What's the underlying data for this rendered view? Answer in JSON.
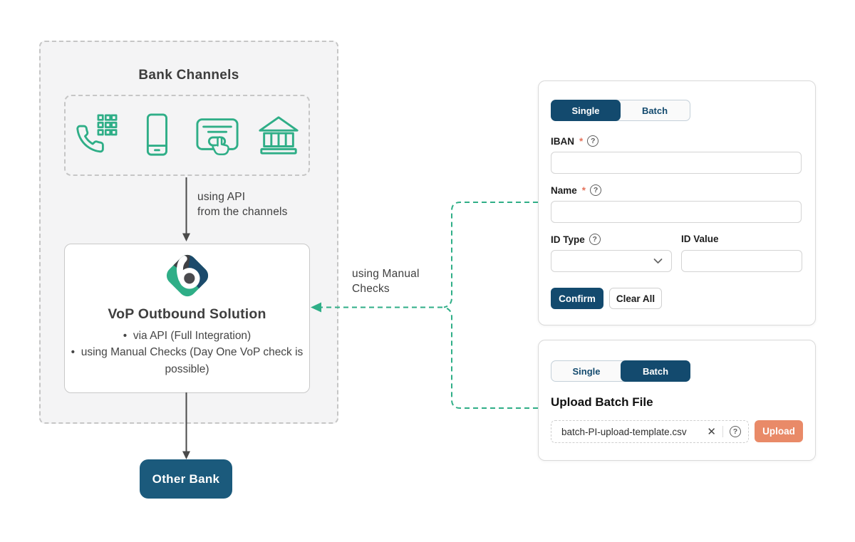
{
  "diagram": {
    "bank_channels": {
      "title": "Bank Channels",
      "icons": [
        "phone-keypad-icon",
        "smartphone-icon",
        "card-click-icon",
        "bank-building-icon"
      ]
    },
    "api_arrow_label": {
      "line1": "using API",
      "line2": "from the channels"
    },
    "vop": {
      "logo": "brand-diamond-logo",
      "title": "VoP Outbound Solution",
      "bullets": [
        "via API (Full Integration)",
        "using Manual Checks (Day One VoP check is possible)"
      ]
    },
    "manual_checks_label": {
      "line1": "using Manual",
      "line2": "Checks"
    },
    "other_bank_label": "Other Bank"
  },
  "single_panel": {
    "tabs": [
      {
        "label": "Single",
        "active": true
      },
      {
        "label": "Batch",
        "active": false
      }
    ],
    "required_mark": "*",
    "help_glyph": "?",
    "fields": {
      "iban_label": "IBAN",
      "name_label": "Name",
      "id_type_label": "ID Type",
      "id_value_label": "ID Value",
      "iban_value": "",
      "name_value": "",
      "id_type_value": "",
      "id_value_value": ""
    },
    "buttons": {
      "confirm": "Confirm",
      "clear": "Clear All"
    }
  },
  "batch_panel": {
    "tabs": [
      {
        "label": "Single",
        "active": false
      },
      {
        "label": "Batch",
        "active": true
      }
    ],
    "heading": "Upload Batch File",
    "file_name": "batch-PI-upload-template.csv",
    "clear_glyph": "✕",
    "help_glyph": "?",
    "upload_label": "Upload"
  },
  "colors": {
    "navy": "#134a6e",
    "teal": "#2fae87",
    "salmon": "#e98a68",
    "required_asterisk": "#e4735c",
    "other_bank_bg": "#1b5a7c",
    "diagram_bg": "#f4f4f5"
  }
}
